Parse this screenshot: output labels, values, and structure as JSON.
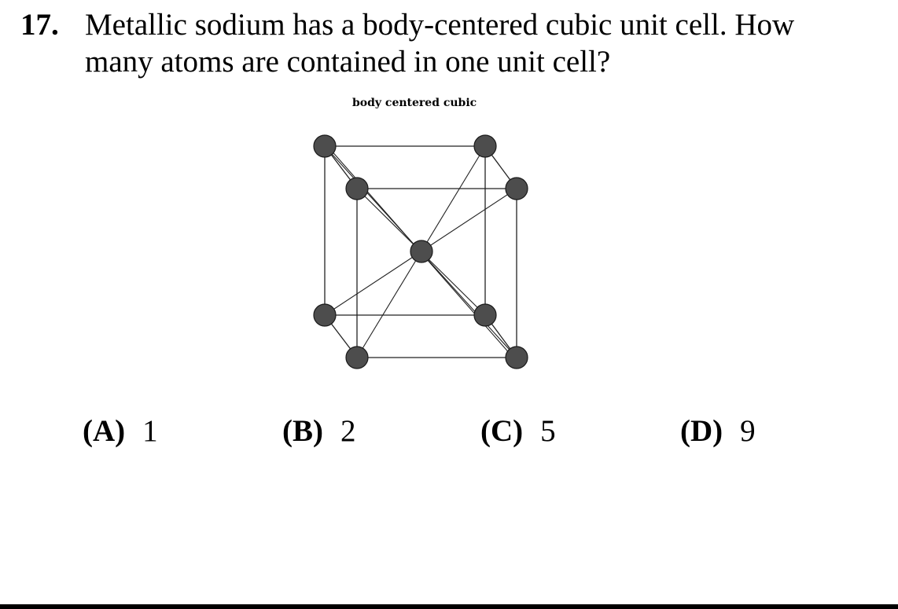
{
  "question": {
    "number": "17.",
    "line1": "Metallic sodium has a body-centered cubic unit cell. How",
    "line2": "many atoms are contained in one unit cell?"
  },
  "figure": {
    "caption": "body centered cubic",
    "atom_color": "#4d4d4d"
  },
  "choices": [
    {
      "label": "(A)",
      "value": "1"
    },
    {
      "label": "(B)",
      "value": "2"
    },
    {
      "label": "(C)",
      "value": "5"
    },
    {
      "label": "(D)",
      "value": "9"
    }
  ]
}
